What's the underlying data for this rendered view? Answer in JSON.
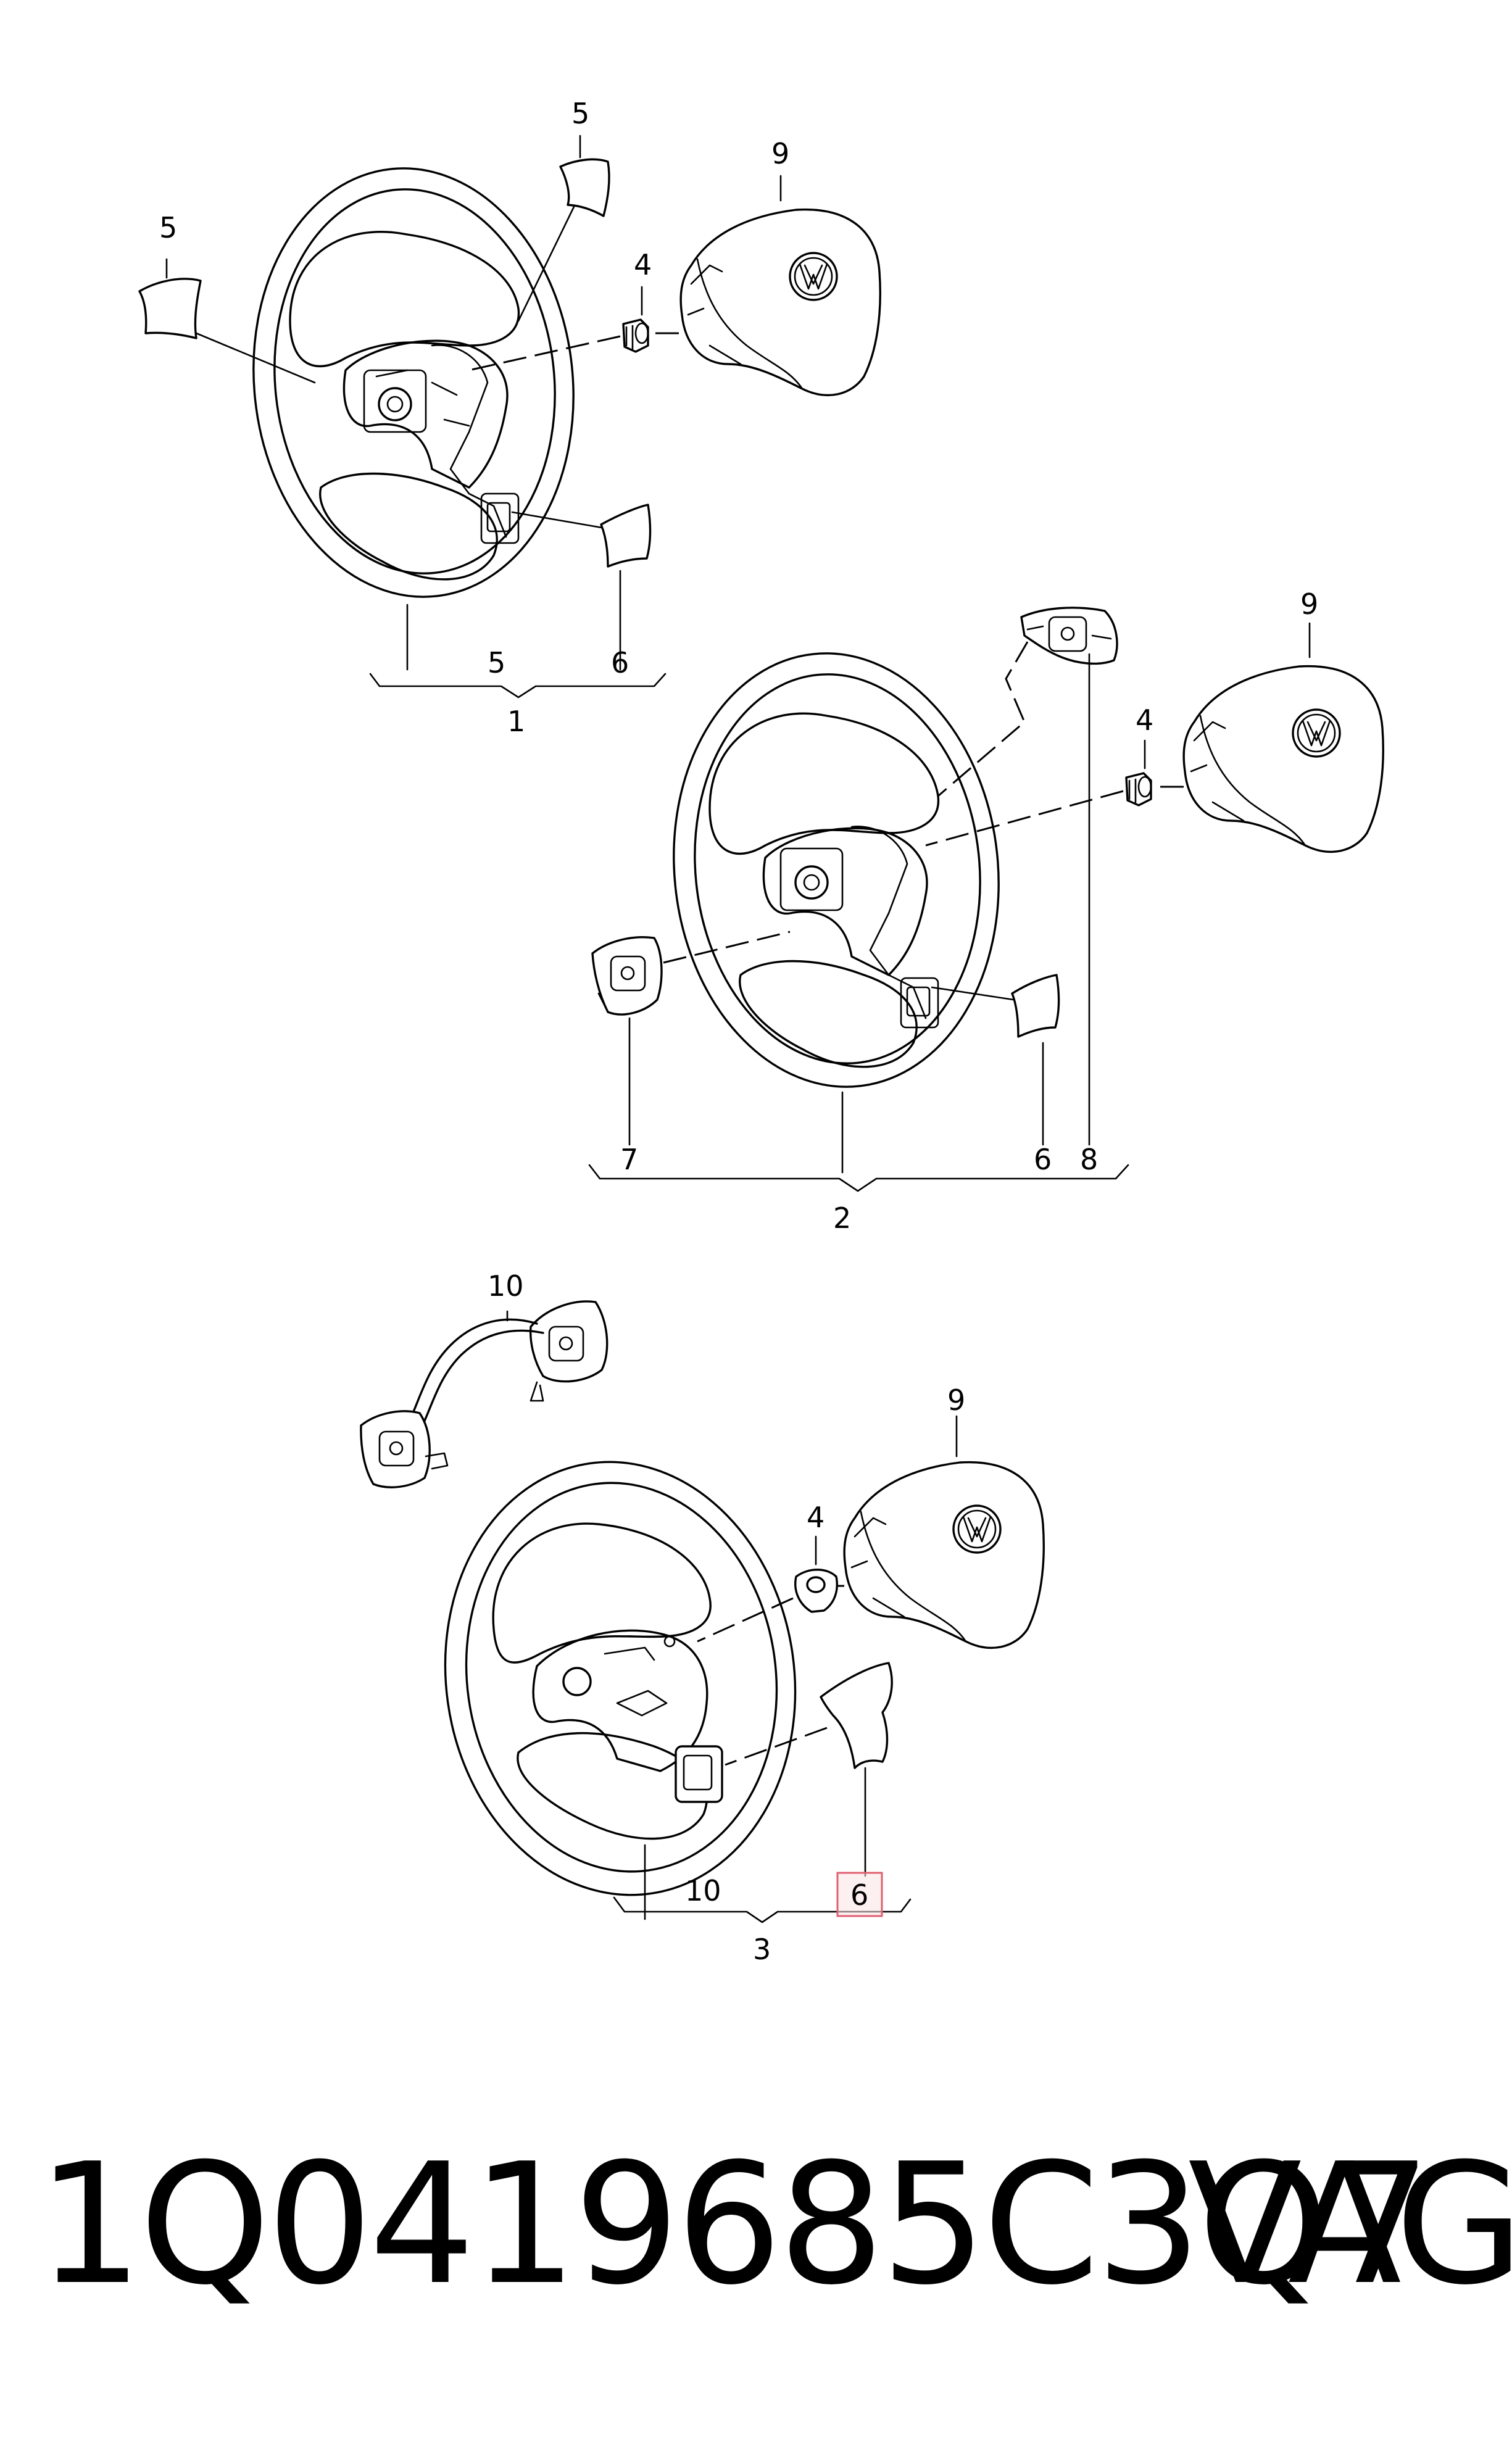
{
  "labels": {
    "g1": {
      "n5a": "5",
      "n5b": "5",
      "n9": "9",
      "n4": "4",
      "b5": "5",
      "b6": "6",
      "b1": "1"
    },
    "g2": {
      "n9": "9",
      "n4": "4",
      "b7": "7",
      "b6": "6",
      "b8": "8",
      "b2": "2"
    },
    "g3": {
      "n10": "10",
      "n9": "9",
      "n4": "4",
      "b10": "10",
      "b6": "6",
      "b3": "3"
    }
  },
  "caption": {
    "part_number": "1Q0419685C3Q7",
    "brand": "VAG"
  },
  "highlight": {
    "label": "6",
    "color": "#e06070"
  }
}
